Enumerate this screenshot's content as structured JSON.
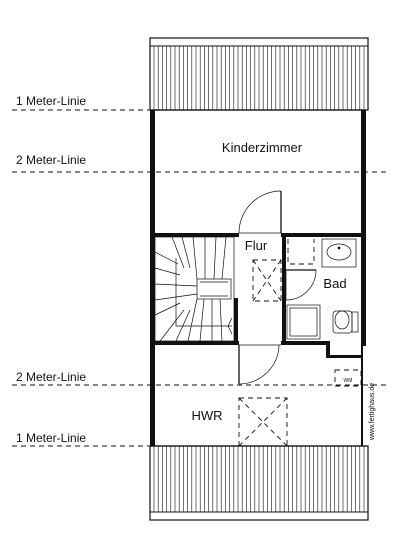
{
  "plan": {
    "rooms": {
      "kinderzimmer": "Kinderzimmer",
      "flur": "Flur",
      "bad": "Bad",
      "hwr": "HWR"
    },
    "height_lines": {
      "upper_1m": "1 Meter-Linie",
      "upper_2m": "2 Meter-Linie",
      "lower_2m": "2 Meter-Linie",
      "lower_1m": "1 Meter-Linie"
    },
    "fixtures": {
      "wm": "WM"
    },
    "watermark": "www.fertighaus.de"
  }
}
